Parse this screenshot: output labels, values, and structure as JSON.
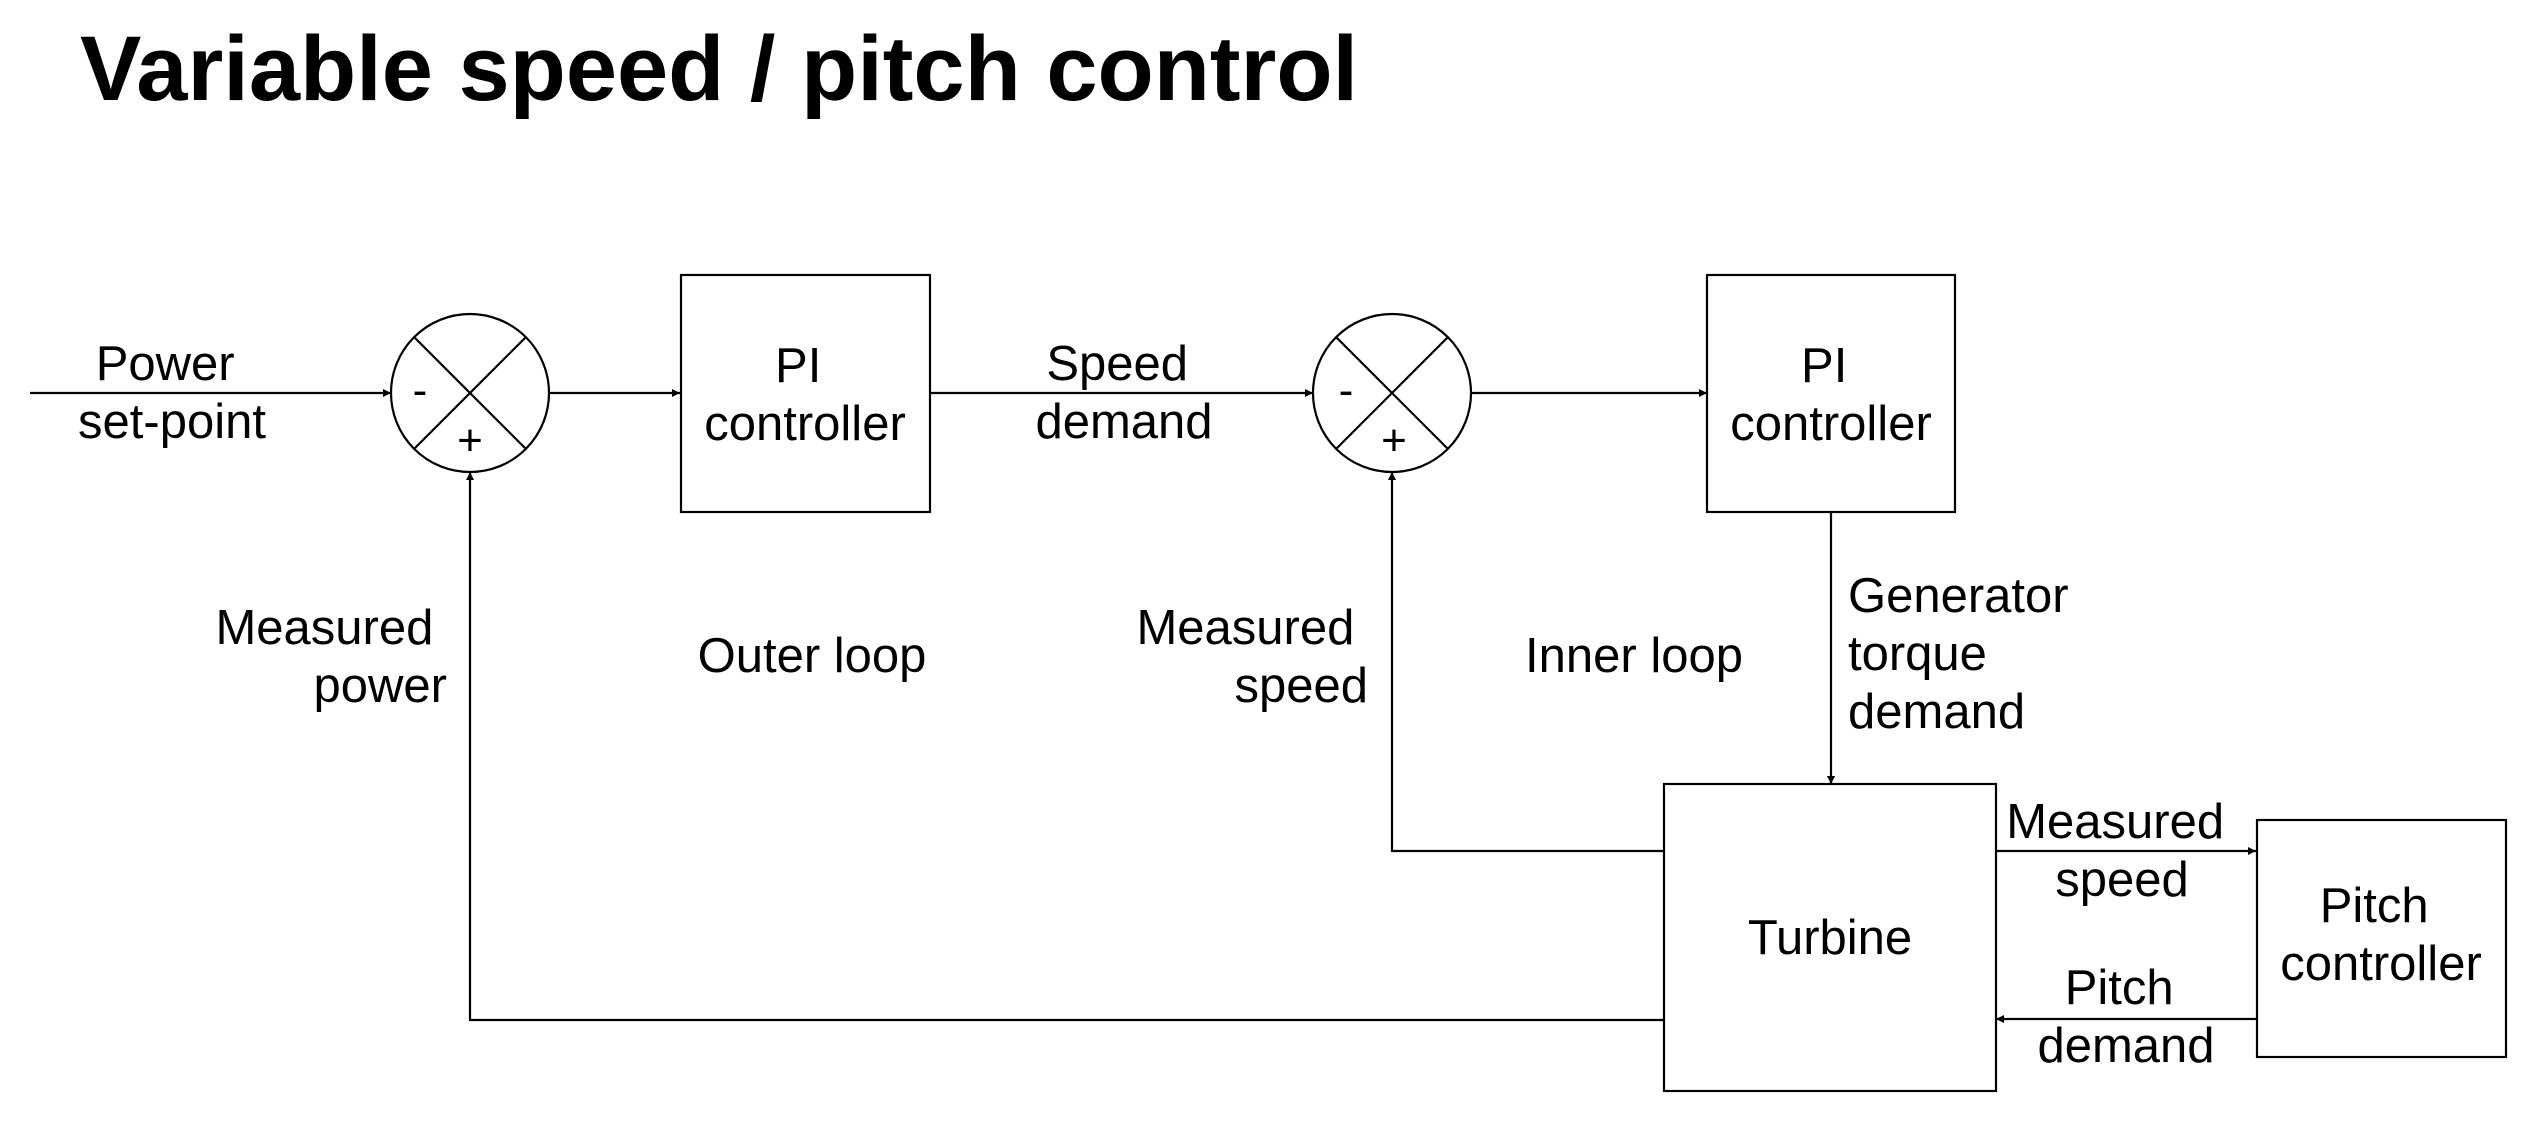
{
  "title": "Variable speed / pitch control",
  "blocks": {
    "pi_outer": [
      "PI",
      "controller"
    ],
    "pi_inner": [
      "PI",
      "controller"
    ],
    "turbine": [
      "Turbine"
    ],
    "pitch_controller": [
      "Pitch",
      "controller"
    ]
  },
  "summing_junctions": {
    "outer": {
      "top_sign": "-",
      "bottom_sign": "+"
    },
    "inner": {
      "top_sign": "-",
      "bottom_sign": "+"
    }
  },
  "signals": {
    "power_setpoint": [
      "Power",
      "set-point"
    ],
    "speed_demand": [
      "Speed",
      "demand"
    ],
    "measured_power": [
      "Measured",
      "power"
    ],
    "measured_speed_inner": [
      "Measured",
      "speed"
    ],
    "generator_torque_demand": [
      "Generator",
      "torque",
      "demand"
    ],
    "measured_speed_pitch": [
      "Measured",
      "speed"
    ],
    "pitch_demand": [
      "Pitch",
      "demand"
    ]
  },
  "loops": {
    "outer": "Outer loop",
    "inner": "Inner loop"
  }
}
